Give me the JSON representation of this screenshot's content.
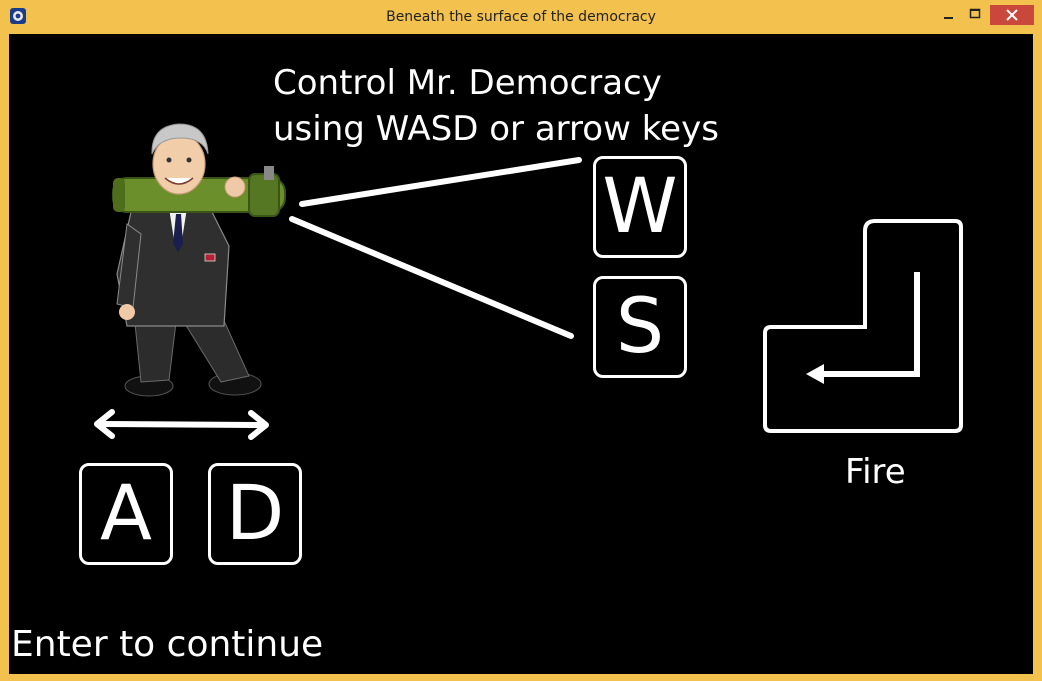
{
  "window": {
    "title": "Beneath the surface of the democracy",
    "icons": {
      "app": "app-icon",
      "minimize": "minimize-icon",
      "maximize": "maximize-icon",
      "close": "close-icon"
    },
    "colors": {
      "frame": "#f2c14e",
      "close": "#c9483b",
      "game_bg": "#000000",
      "foreground": "#ffffff"
    }
  },
  "tutorial": {
    "instruction_line1": "Control Mr. Democracy",
    "instruction_line2": "using WASD or arrow keys",
    "keys": {
      "w": "W",
      "s": "S",
      "a": "A",
      "d": "D"
    },
    "fire_label": "Fire",
    "continue_text": "Enter to continue",
    "character": "Mr. Democracy with bazooka"
  }
}
